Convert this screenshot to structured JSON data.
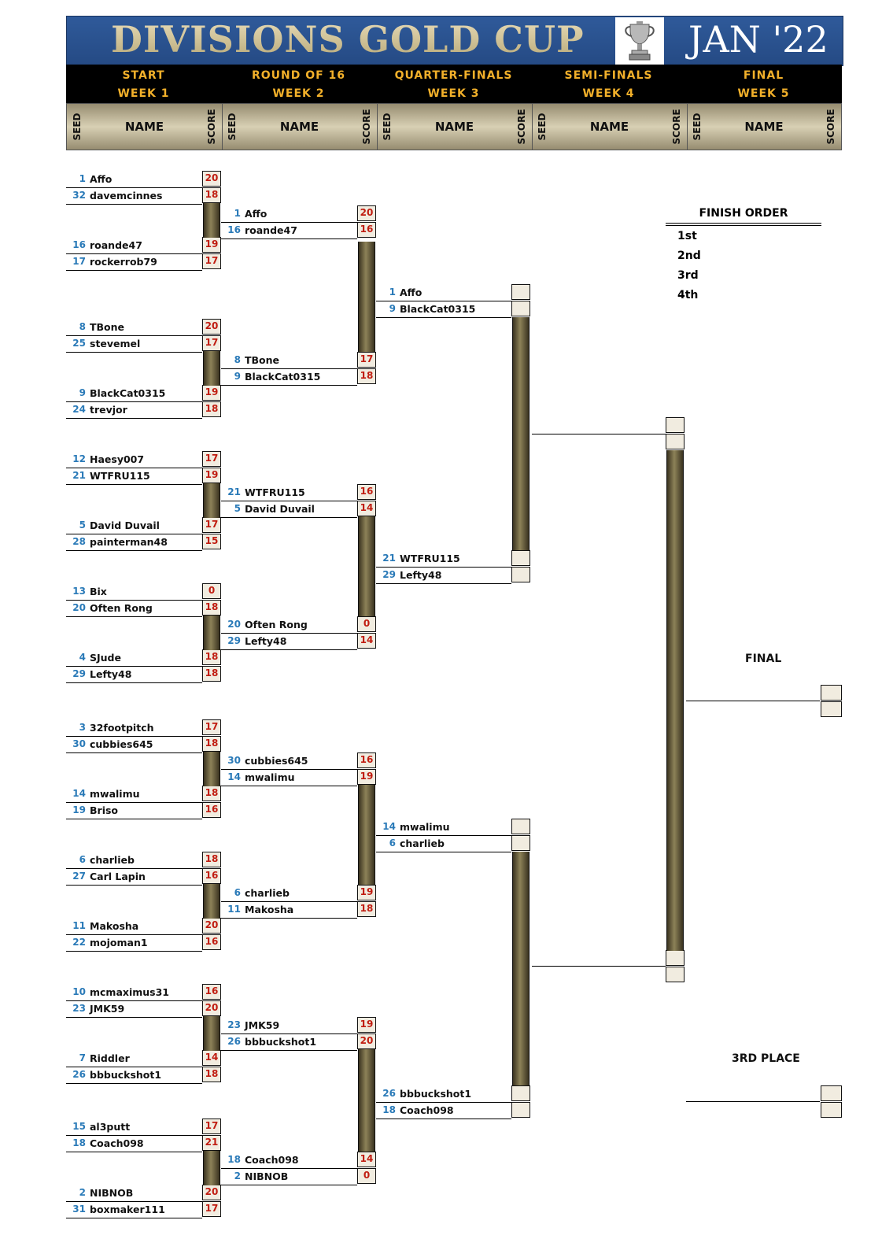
{
  "header": {
    "title": "DIVISIONS GOLD CUP",
    "month": "JAN '22",
    "trophy_icon": "trophy-icon"
  },
  "rounds": [
    {
      "name": "START",
      "week": "WEEK 1"
    },
    {
      "name": "ROUND OF 16",
      "week": "WEEK 2"
    },
    {
      "name": "QUARTER-FINALS",
      "week": "WEEK 3"
    },
    {
      "name": "SEMI-FINALS",
      "week": "WEEK 4"
    },
    {
      "name": "FINAL",
      "week": "WEEK 5"
    }
  ],
  "columns": {
    "seed": "SEED",
    "name": "NAME",
    "score": "SCORE"
  },
  "start": [
    {
      "seed": "1",
      "name": "Affo",
      "score": "20"
    },
    {
      "seed": "32",
      "name": "davemcinnes",
      "score": "18"
    },
    {
      "seed": "16",
      "name": "roande47",
      "score": "19"
    },
    {
      "seed": "17",
      "name": "rockerrob79",
      "score": "17"
    },
    {
      "seed": "8",
      "name": "TBone",
      "score": "20"
    },
    {
      "seed": "25",
      "name": "stevemel",
      "score": "17"
    },
    {
      "seed": "9",
      "name": "BlackCat0315",
      "score": "19"
    },
    {
      "seed": "24",
      "name": "trevjor",
      "score": "18"
    },
    {
      "seed": "12",
      "name": "Haesy007",
      "score": "17"
    },
    {
      "seed": "21",
      "name": "WTFRU115",
      "score": "19"
    },
    {
      "seed": "5",
      "name": "David Duvail",
      "score": "17"
    },
    {
      "seed": "28",
      "name": "painterman48",
      "score": "15"
    },
    {
      "seed": "13",
      "name": "Bix",
      "score": "0"
    },
    {
      "seed": "20",
      "name": "Often Rong",
      "score": "18"
    },
    {
      "seed": "4",
      "name": "SJude",
      "score": "18"
    },
    {
      "seed": "29",
      "name": "Lefty48",
      "score": "18"
    },
    {
      "seed": "3",
      "name": "32footpitch",
      "score": "17"
    },
    {
      "seed": "30",
      "name": "cubbies645",
      "score": "18"
    },
    {
      "seed": "14",
      "name": "mwalimu",
      "score": "18"
    },
    {
      "seed": "19",
      "name": "Briso",
      "score": "16"
    },
    {
      "seed": "6",
      "name": "charlieb",
      "score": "18"
    },
    {
      "seed": "27",
      "name": "Carl Lapin",
      "score": "16"
    },
    {
      "seed": "11",
      "name": "Makosha",
      "score": "20"
    },
    {
      "seed": "22",
      "name": "mojoman1",
      "score": "16"
    },
    {
      "seed": "10",
      "name": "mcmaximus31",
      "score": "16"
    },
    {
      "seed": "23",
      "name": "JMK59",
      "score": "20"
    },
    {
      "seed": "7",
      "name": "Riddler",
      "score": "14"
    },
    {
      "seed": "26",
      "name": "bbbuckshot1",
      "score": "18"
    },
    {
      "seed": "15",
      "name": "al3putt",
      "score": "17"
    },
    {
      "seed": "18",
      "name": "Coach098",
      "score": "21"
    },
    {
      "seed": "2",
      "name": "NIBNOB",
      "score": "20"
    },
    {
      "seed": "31",
      "name": "boxmaker111",
      "score": "17"
    }
  ],
  "round16": [
    {
      "seed": "1",
      "name": "Affo",
      "score": "20"
    },
    {
      "seed": "16",
      "name": "roande47",
      "score": "16"
    },
    {
      "seed": "8",
      "name": "TBone",
      "score": "17"
    },
    {
      "seed": "9",
      "name": "BlackCat0315",
      "score": "18"
    },
    {
      "seed": "21",
      "name": "WTFRU115",
      "score": "16"
    },
    {
      "seed": "5",
      "name": "David Duvail",
      "score": "14"
    },
    {
      "seed": "20",
      "name": "Often Rong",
      "score": "0"
    },
    {
      "seed": "29",
      "name": "Lefty48",
      "score": "14"
    },
    {
      "seed": "30",
      "name": "cubbies645",
      "score": "16"
    },
    {
      "seed": "14",
      "name": "mwalimu",
      "score": "19"
    },
    {
      "seed": "6",
      "name": "charlieb",
      "score": "19"
    },
    {
      "seed": "11",
      "name": "Makosha",
      "score": "18"
    },
    {
      "seed": "23",
      "name": "JMK59",
      "score": "19"
    },
    {
      "seed": "26",
      "name": "bbbuckshot1",
      "score": "20"
    },
    {
      "seed": "18",
      "name": "Coach098",
      "score": "14"
    },
    {
      "seed": "2",
      "name": "NIBNOB",
      "score": "0"
    }
  ],
  "quarter": [
    {
      "seed": "1",
      "name": "Affo",
      "score": ""
    },
    {
      "seed": "9",
      "name": "BlackCat0315",
      "score": ""
    },
    {
      "seed": "21",
      "name": "WTFRU115",
      "score": ""
    },
    {
      "seed": "29",
      "name": "Lefty48",
      "score": ""
    },
    {
      "seed": "14",
      "name": "mwalimu",
      "score": ""
    },
    {
      "seed": "6",
      "name": "charlieb",
      "score": ""
    },
    {
      "seed": "26",
      "name": "bbbuckshot1",
      "score": ""
    },
    {
      "seed": "18",
      "name": "Coach098",
      "score": ""
    }
  ],
  "finish_order": {
    "title": "FINISH ORDER",
    "places": [
      "1st",
      "2nd",
      "3rd",
      "4th"
    ]
  },
  "labels": {
    "final": "FINAL",
    "third_place": "3RD PLACE"
  }
}
